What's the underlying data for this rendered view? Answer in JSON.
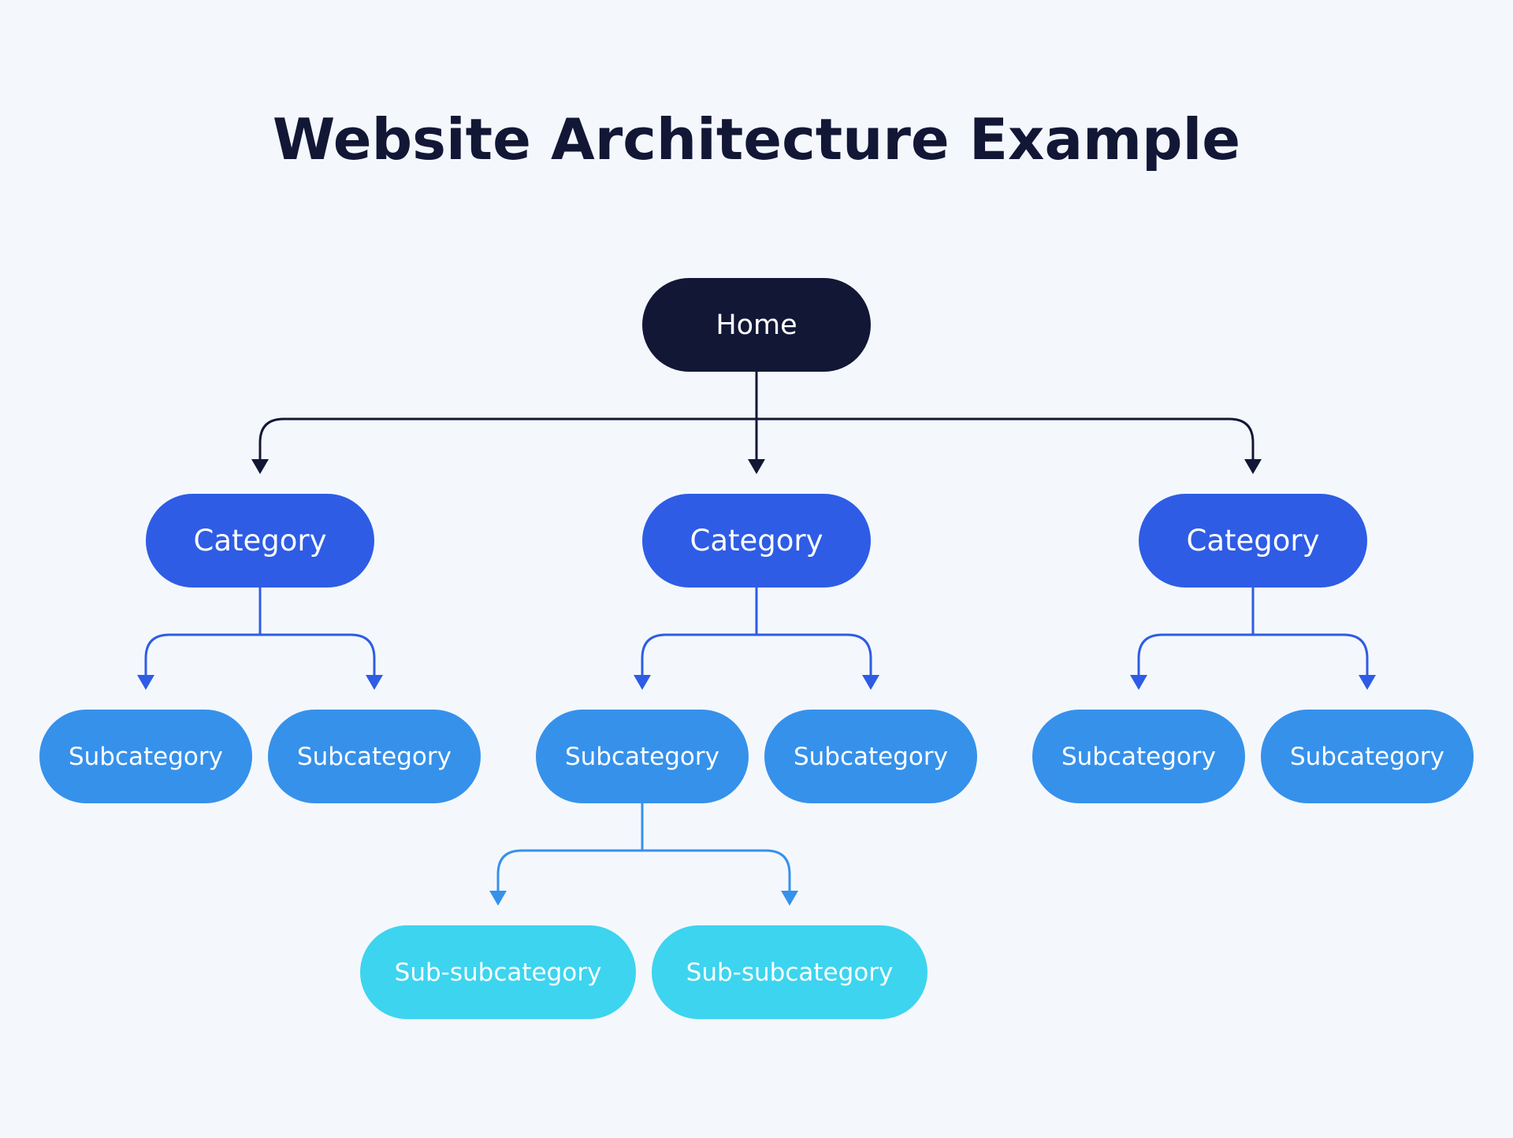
{
  "title": "Website Architecture Example",
  "colors": {
    "background": "#f4f8fd",
    "home": "#131736",
    "category": "#2e5ce5",
    "subcategory": "#3691eb",
    "sub_subcategory": "#3dd4ef",
    "connector_home": "#131736",
    "connector_category": "#2e5ce5",
    "connector_subcategory": "#3691eb"
  },
  "nodes": {
    "home": {
      "label": "Home"
    },
    "categories": [
      {
        "label": "Category",
        "subcategories": [
          {
            "label": "Subcategory"
          },
          {
            "label": "Subcategory"
          }
        ]
      },
      {
        "label": "Category",
        "subcategories": [
          {
            "label": "Subcategory",
            "children": [
              {
                "label": "Sub-subcategory"
              },
              {
                "label": "Sub-subcategory"
              }
            ]
          },
          {
            "label": "Subcategory"
          }
        ]
      },
      {
        "label": "Category",
        "subcategories": [
          {
            "label": "Subcategory"
          },
          {
            "label": "Subcategory"
          }
        ]
      }
    ]
  }
}
